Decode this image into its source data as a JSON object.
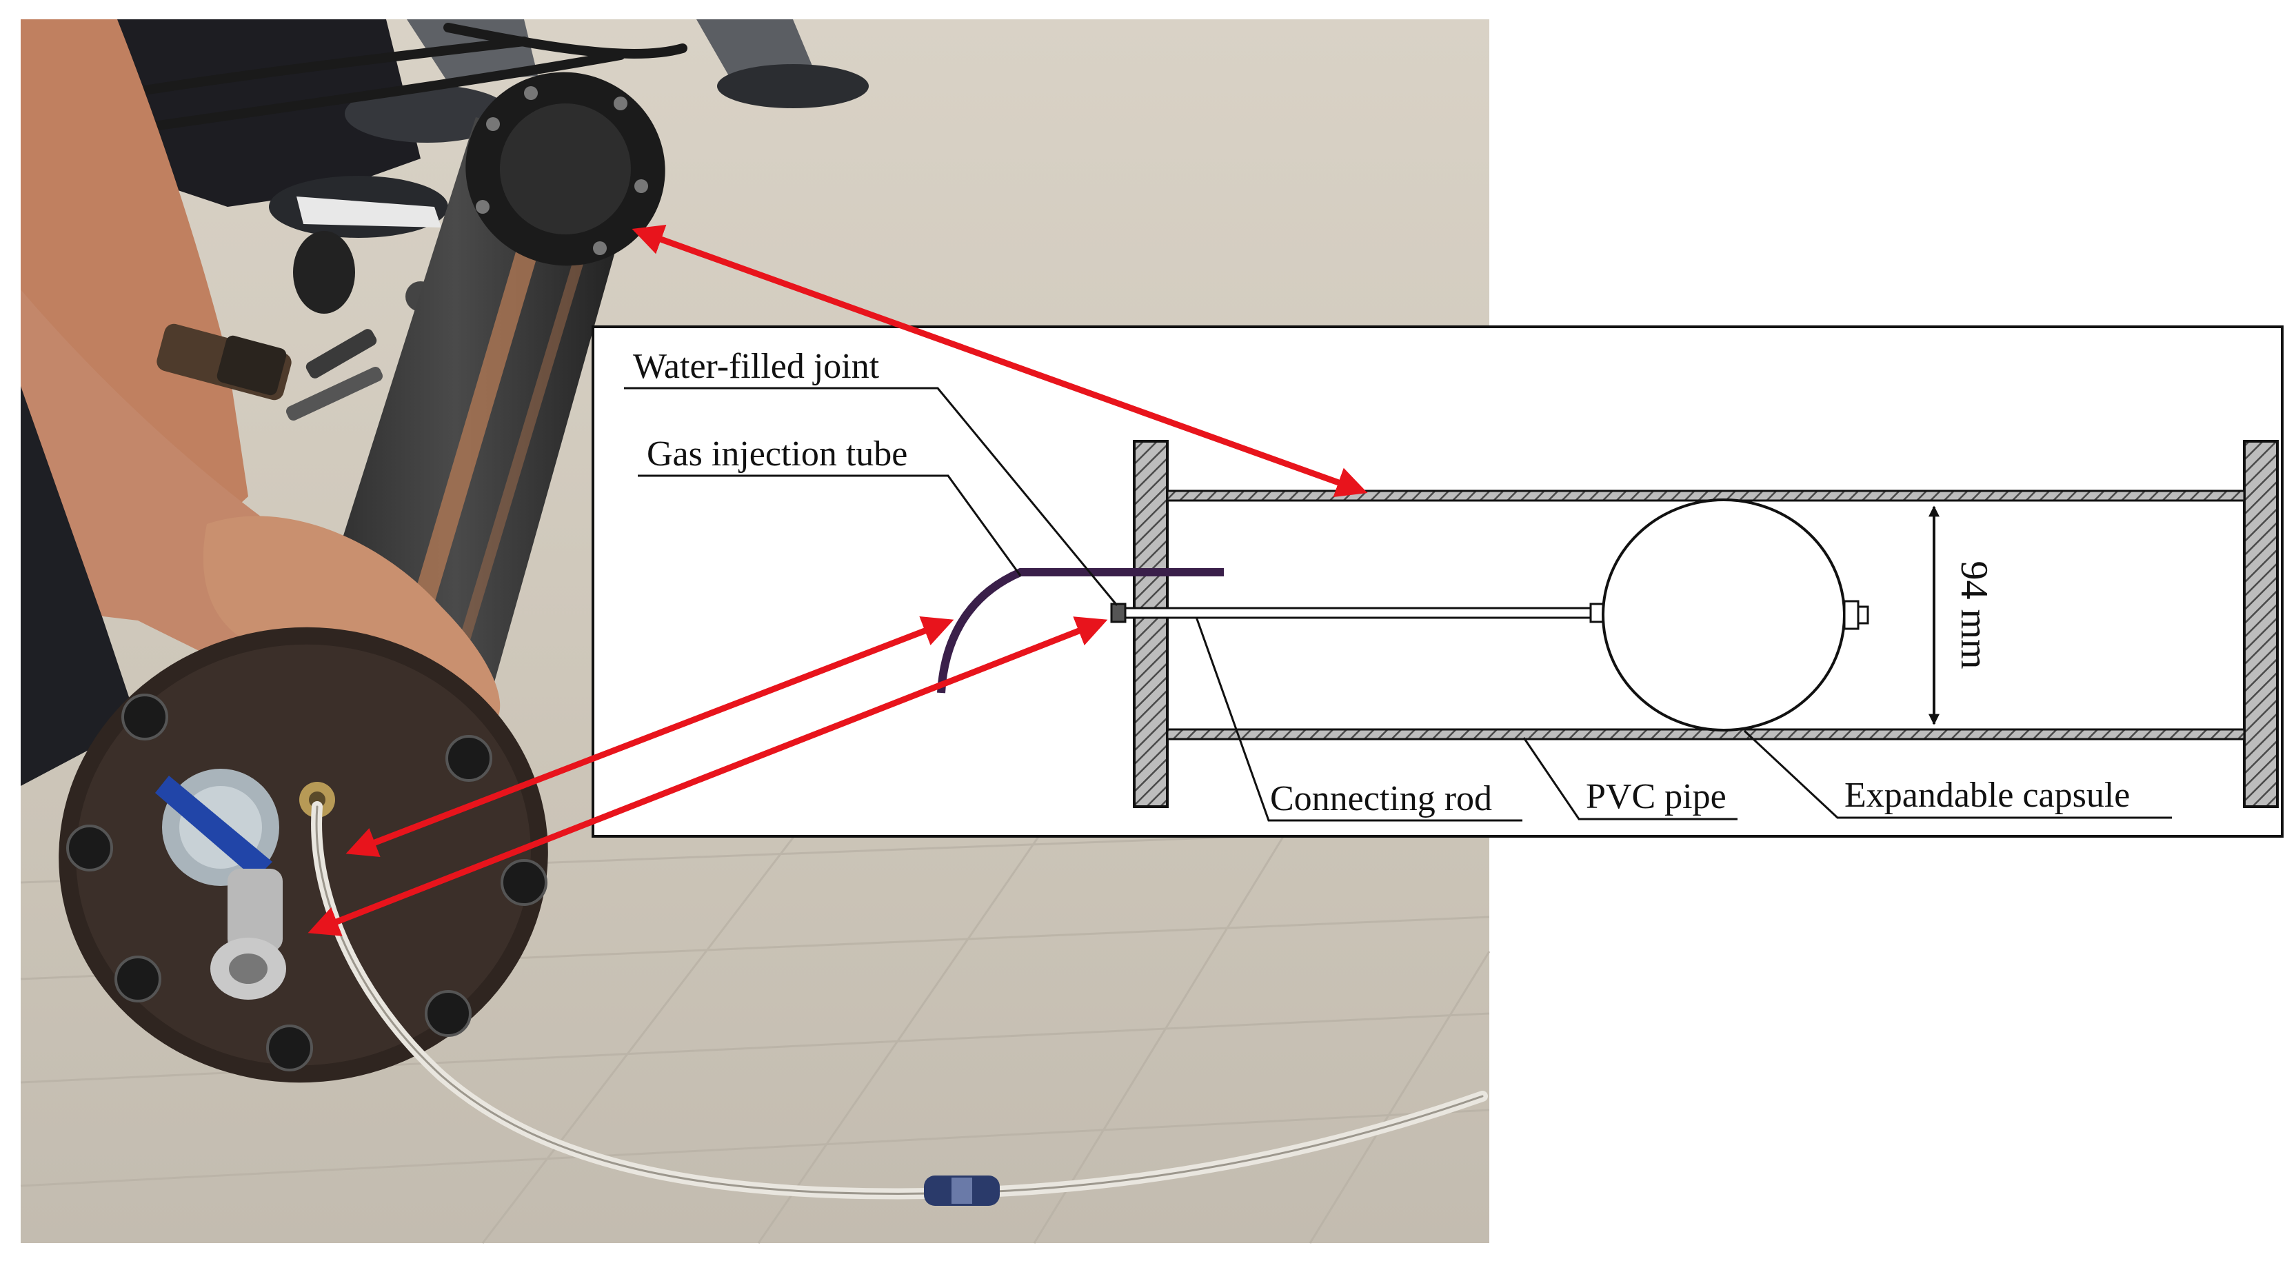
{
  "labels": {
    "water_filled_joint": "Water-filled joint",
    "gas_injection_tube": "Gas injection tube",
    "connecting_rod": "Connecting rod",
    "pvc_pipe": "PVC pipe",
    "expandable_capsule": "Expandable capsule"
  },
  "dimension": {
    "diameter": "94 mm"
  },
  "colors": {
    "arrow": "#e8141c",
    "gas_tube": "#3a1f4a",
    "frame": "#111111",
    "hatch": "#666666",
    "background": "#ffffff"
  }
}
